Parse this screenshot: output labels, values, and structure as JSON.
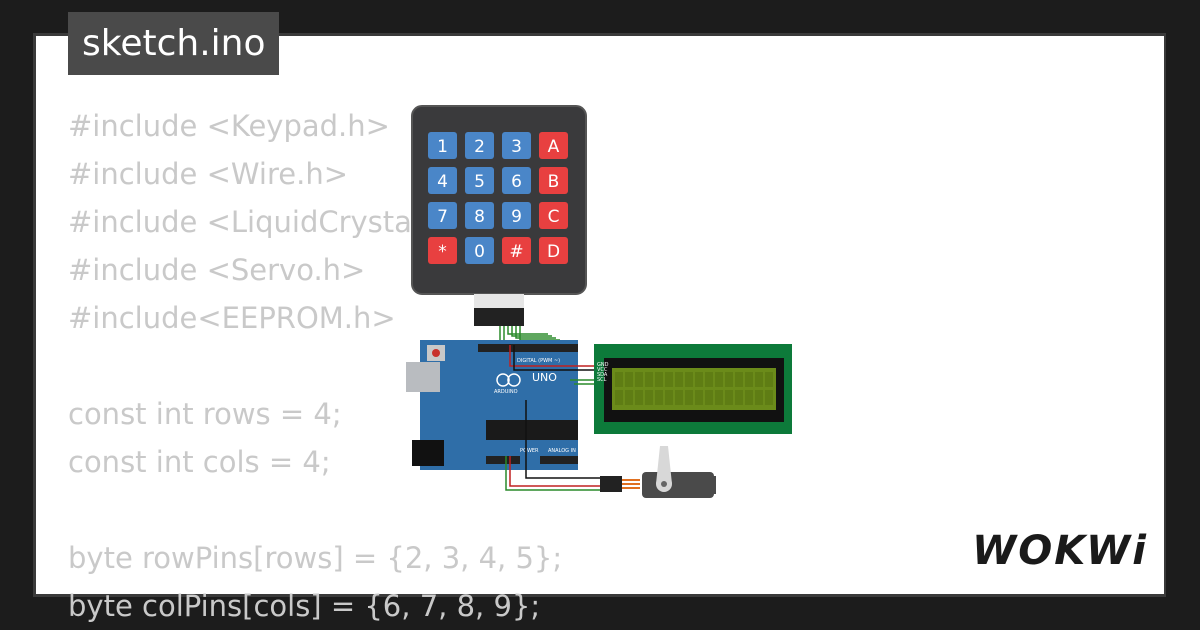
{
  "tab": {
    "title": "sketch.ino"
  },
  "code_lines": [
    "#include <Keypad.h>",
    "#include <Wire.h>",
    "#include <LiquidCrystal_I2C.h>",
    "#include <Servo.h>",
    "#include<EEPROM.h>",
    "",
    "const int rows = 4;",
    "const int cols = 4;",
    "",
    "byte rowPins[rows] = {2, 3, 4, 5};",
    "byte colPins[cols] = {6, 7, 8, 9};"
  ],
  "keypad": {
    "keys": [
      "1",
      "2",
      "3",
      "A",
      "4",
      "5",
      "6",
      "B",
      "7",
      "8",
      "9",
      "C",
      "*",
      "0",
      "#",
      "D"
    ]
  },
  "board": {
    "brand": "ARDUINO",
    "model": "UNO",
    "digital_label": "DIGITAL (PWM ~)",
    "power_label": "POWER",
    "analog_label": "ANALOG IN"
  },
  "lcd_pins": [
    "GND",
    "VCC",
    "SDA",
    "SCL"
  ],
  "logo": {
    "text": "WOKWi"
  },
  "colors": {
    "key_number": "#4a86c8",
    "key_letter": "#e84040",
    "board": "#2a6aa8",
    "lcd_screen": "#6b8b1a",
    "lcd_pcb": "#0d7a3a"
  }
}
